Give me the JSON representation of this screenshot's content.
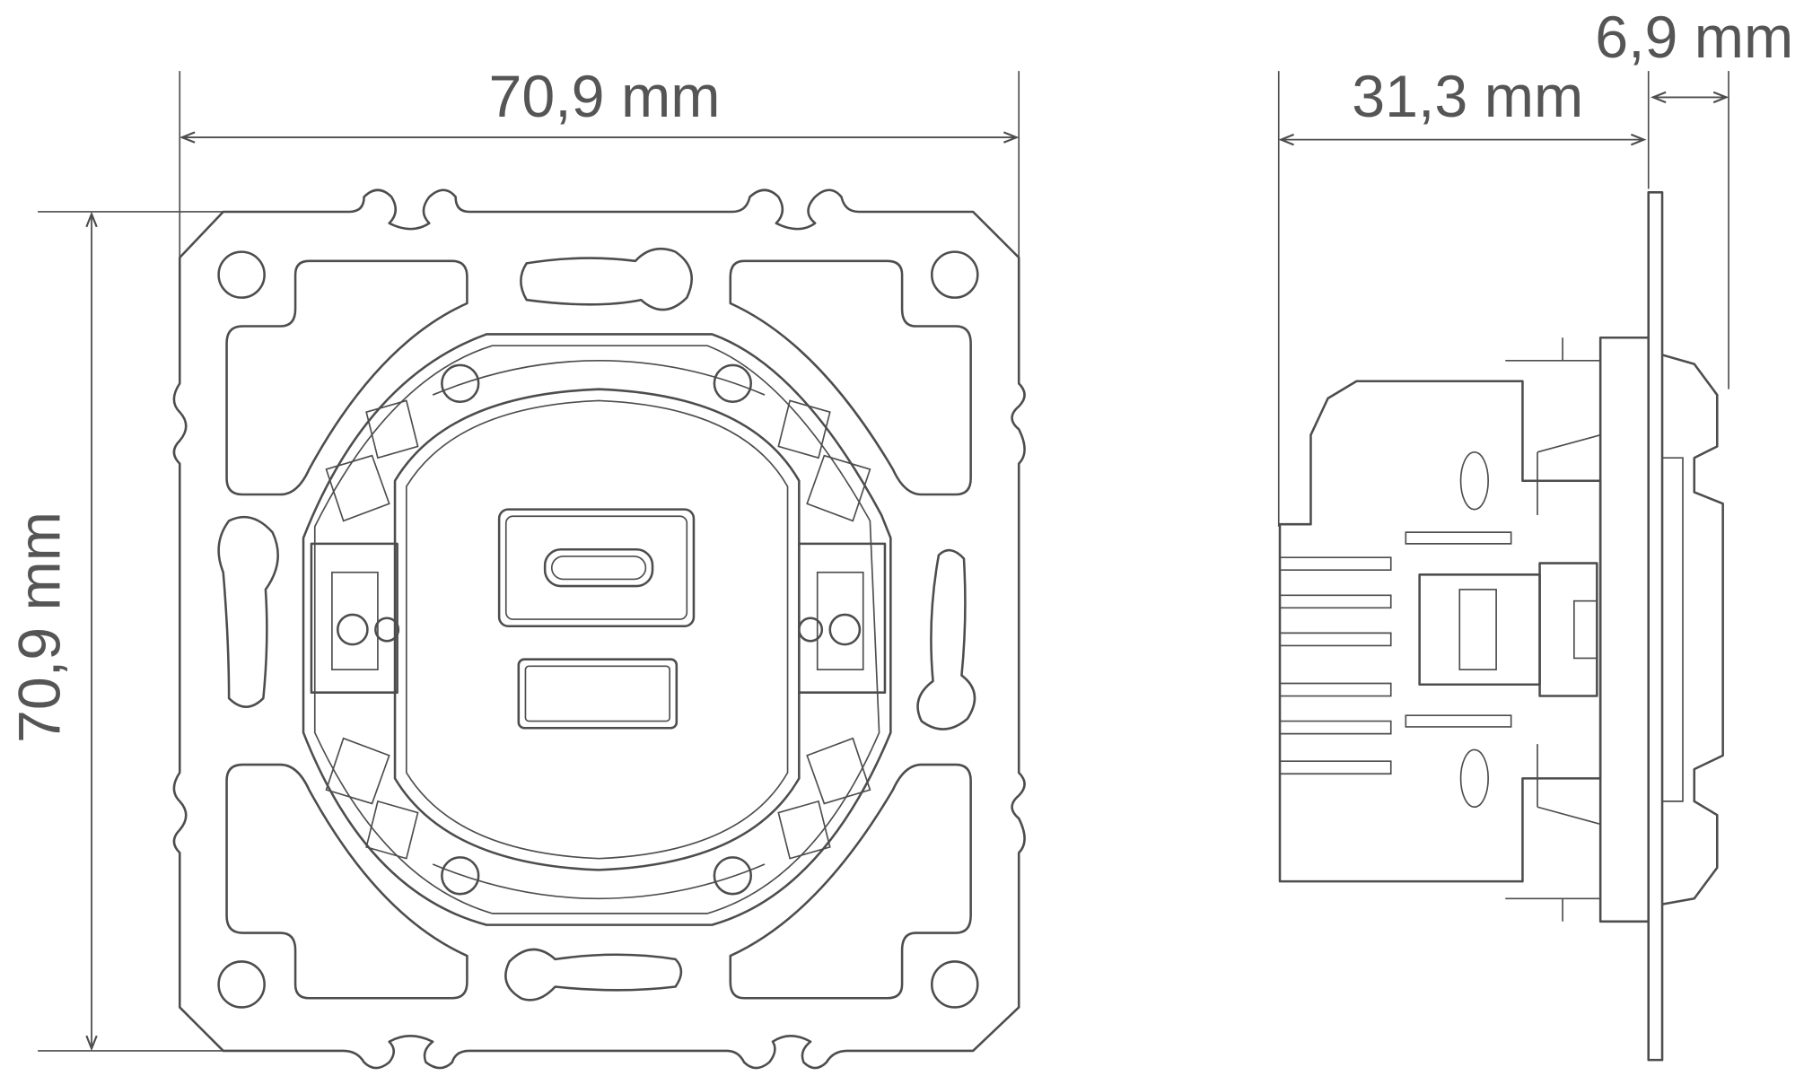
{
  "front_view": {
    "width_label": "70,9 mm",
    "height_label": "70,9 mm"
  },
  "side_view": {
    "depth_label": "31,3 mm",
    "plate_label": "6,9 mm"
  },
  "colors": {
    "line": "#4d4d4d",
    "text": "#555555"
  }
}
